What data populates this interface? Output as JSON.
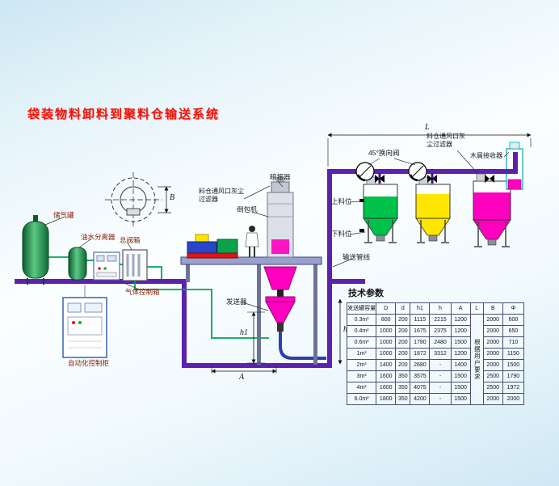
{
  "title": "袋装物料卸料到聚料仓输送系统",
  "labels": {
    "air_tank": "储气罐",
    "oil_water_separator": "油水分离器",
    "main_valve_box": "总阀箱",
    "gas_control_box": "气体控制箱",
    "automation_cabinet": "自动化控制柜",
    "silo_vent_filter_center": "料仓通风口灰尘过滤器",
    "bag_dump_machine": "倒包机",
    "vibrator": "暗振器",
    "sender": "发送器",
    "upper_level": "上料位",
    "lower_level": "下料位",
    "conveying_pipeline": "输送管线",
    "diverter_valve_45": "45°换向阀",
    "silo_vent_filter_right": "料仓通风口灰尘过滤器",
    "wood_chip_receiver": "木屑接收器"
  },
  "dims": {
    "L": "L",
    "B": "B",
    "h1": "h1",
    "h": "h",
    "A": "A"
  },
  "table": {
    "title": "技术参数",
    "columns": [
      "发送罐容量",
      "D",
      "d",
      "h1",
      "h",
      "A",
      "L",
      "B",
      "Φ"
    ],
    "merged_note": "根据用户要求",
    "merged_column_index": 6,
    "rows": [
      [
        "0.3m³",
        "800",
        "200",
        "1115",
        "2215",
        "1200",
        "2000",
        "600"
      ],
      [
        "0.4m³",
        "1000",
        "200",
        "1675",
        "2375",
        "1200",
        "2000",
        "650"
      ],
      [
        "0.6m³",
        "1000",
        "200",
        "1780",
        "2480",
        "1500",
        "2000",
        "710"
      ],
      [
        "1m³",
        "1000",
        "200",
        "1872",
        "3312",
        "1200",
        "2000",
        "1150"
      ],
      [
        "2m³",
        "1400",
        "200",
        "2680",
        "-",
        "1400",
        "2000",
        "1500"
      ],
      [
        "3m³",
        "1600",
        "350",
        "3575",
        "-",
        "1500",
        "2500",
        "1790"
      ],
      [
        "4m³",
        "1600",
        "350",
        "4075",
        "-",
        "1500",
        "2500",
        "1972"
      ],
      [
        "6.0m³",
        "1800",
        "350",
        "4200",
        "-",
        "1500",
        "2000",
        "2000"
      ]
    ]
  },
  "colors": {
    "pipe": "#5b23ad",
    "green_pipe": "#00a550",
    "magenta": "#ff00bf",
    "yellow": "#ffe600",
    "silo_green": "#00c24a",
    "tank_green": "#1e9e55",
    "cyan": "#00a6b6",
    "title_red": "#ee1609",
    "label_maroon": "#8b1a06",
    "platform": "#99a0cc"
  }
}
